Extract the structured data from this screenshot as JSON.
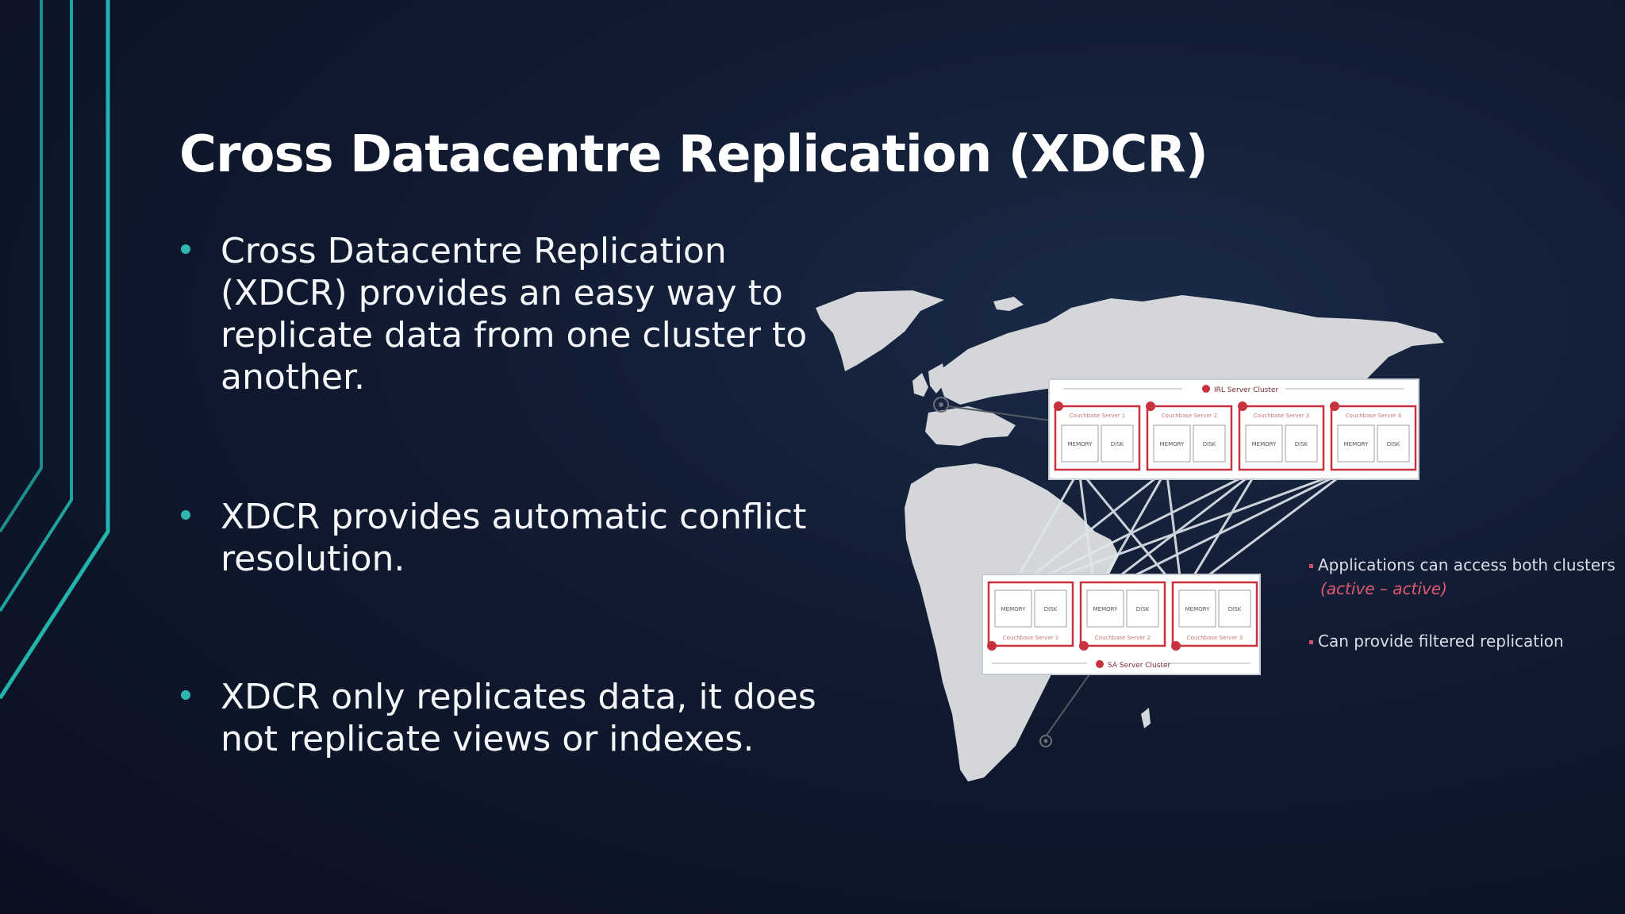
{
  "slide": {
    "title": "Cross Datacentre Replication (XDCR)",
    "bullets": [
      "Cross Datacentre Replication (XDCR) provides an easy way to replicate data from one cluster to another.",
      "XDCR provides automatic conflict resolution.",
      "XDCR only replicates data, it does not replicate views or indexes."
    ],
    "accent_color": "#2fb6b0",
    "background_color": "#101a30"
  },
  "diagram": {
    "ire_cluster": {
      "label": "IRL Server Cluster",
      "servers": [
        {
          "label": "Couchbase Server 1",
          "memory": "MEMORY",
          "disk": "DISK"
        },
        {
          "label": "Couchbase Server 2",
          "memory": "MEMORY",
          "disk": "DISK"
        },
        {
          "label": "Couchbase Server 3",
          "memory": "MEMORY",
          "disk": "DISK"
        },
        {
          "label": "Couchbase Server 4",
          "memory": "MEMORY",
          "disk": "DISK"
        }
      ]
    },
    "sa_cluster": {
      "label": "SA Server Cluster",
      "servers": [
        {
          "label": "Couchbase Server 1",
          "memory": "MEMORY",
          "disk": "DISK"
        },
        {
          "label": "Couchbase Server 2",
          "memory": "MEMORY",
          "disk": "DISK"
        },
        {
          "label": "Couchbase Server 3",
          "memory": "MEMORY",
          "disk": "DISK"
        }
      ]
    },
    "notes": {
      "note1_line1": "Applications can access both clusters",
      "note1_line2": "(active – active)",
      "note2": "Can provide filtered replication"
    },
    "server_color": "#c8313e"
  }
}
